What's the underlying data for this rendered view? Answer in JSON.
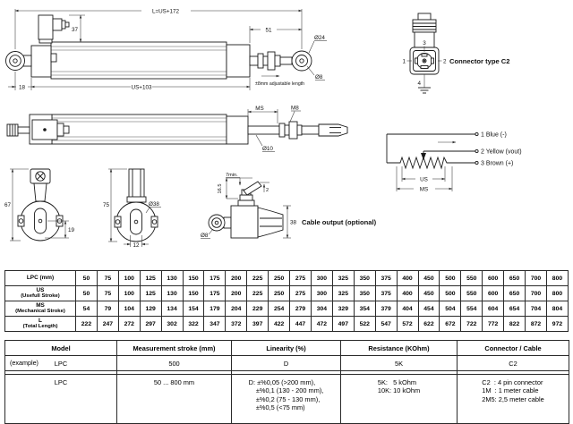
{
  "drawings": {
    "top_view": {
      "dim_total": "L=US+172",
      "dim_connector_height": "37",
      "dim_rod_end": "51",
      "dia_rod_end": "Ø24",
      "dia_rod_end_hole": "Ø8",
      "dim_left_offset": "18",
      "dim_body": "US+103",
      "note_adjustable": "±8mm adjustable length"
    },
    "connector_view": {
      "title": "Connector type C2",
      "pin1": "1",
      "pin2": "2",
      "pin3": "3",
      "pin4": "4"
    },
    "side_view": {
      "dim_ms": "MS",
      "thread": "M8",
      "dia_rod": "Ø10"
    },
    "wiring": {
      "wire1": "1 Blue (-)",
      "wire2": "2 Yellow (vout)",
      "wire3": "3 Brown (+)",
      "dim_us": "US",
      "dim_ms": "MS"
    },
    "mount_view_1": {
      "dim_height": "67",
      "dim_offset": "19"
    },
    "mount_view_2": {
      "dim_height": "75",
      "dia": "Ø38",
      "dim_width": "12"
    },
    "cable_view": {
      "dim_min": "7min.",
      "dim_height": "16.5",
      "dim_tip": "2",
      "dim_38": "38",
      "dia_8": "Ø8",
      "note": "Cable output (optional)"
    }
  },
  "stroke_table": {
    "rows": [
      {
        "label": "LPC (mm)",
        "sub": "",
        "values": [
          50,
          75,
          100,
          125,
          130,
          150,
          175,
          200,
          225,
          250,
          275,
          300,
          325,
          350,
          375,
          400,
          450,
          500,
          550,
          600,
          650,
          700,
          800
        ]
      },
      {
        "label": "US",
        "sub": "(Usefull Stroke)",
        "values": [
          50,
          75,
          100,
          125,
          130,
          150,
          175,
          200,
          225,
          250,
          275,
          300,
          325,
          350,
          375,
          400,
          450,
          500,
          550,
          600,
          650,
          700,
          800
        ]
      },
      {
        "label": "MS",
        "sub": "(Mechanical Stroke)",
        "values": [
          54,
          79,
          104,
          129,
          134,
          154,
          179,
          204,
          229,
          254,
          279,
          304,
          329,
          354,
          379,
          404,
          454,
          504,
          554,
          604,
          654,
          704,
          804
        ]
      },
      {
        "label": "L",
        "sub": "(Total Length)",
        "values": [
          222,
          247,
          272,
          297,
          302,
          322,
          347,
          372,
          397,
          422,
          447,
          472,
          497,
          522,
          547,
          572,
          622,
          672,
          722,
          772,
          822,
          872,
          972
        ]
      }
    ]
  },
  "spec_table": {
    "headers": [
      "Model",
      "Measurement stroke (mm)",
      "Linearity (%)",
      "Resistance (KOhm)",
      "Connector / Cable"
    ],
    "example_row": {
      "prefix": "(example)",
      "model": "LPC",
      "stroke": "500",
      "linearity": "D",
      "resistance": "5K",
      "connector": "C2"
    },
    "detail_row": {
      "model": "LPC",
      "stroke": "50 ... 800 mm",
      "linearity": "D: ±%0,05 (>200 mm),\n    ±%0,1 (130 - 200 mm),\n    ±%0,2 (75 - 130 mm),\n    ±%0,5 (<75 mm)",
      "resistance": "5K:   5 kOhm\n10K: 10 kOhm",
      "connector": "C2  : 4 pin connector\n1M  : 1 meter cable\n2M5: 2,5 meter cable"
    }
  }
}
